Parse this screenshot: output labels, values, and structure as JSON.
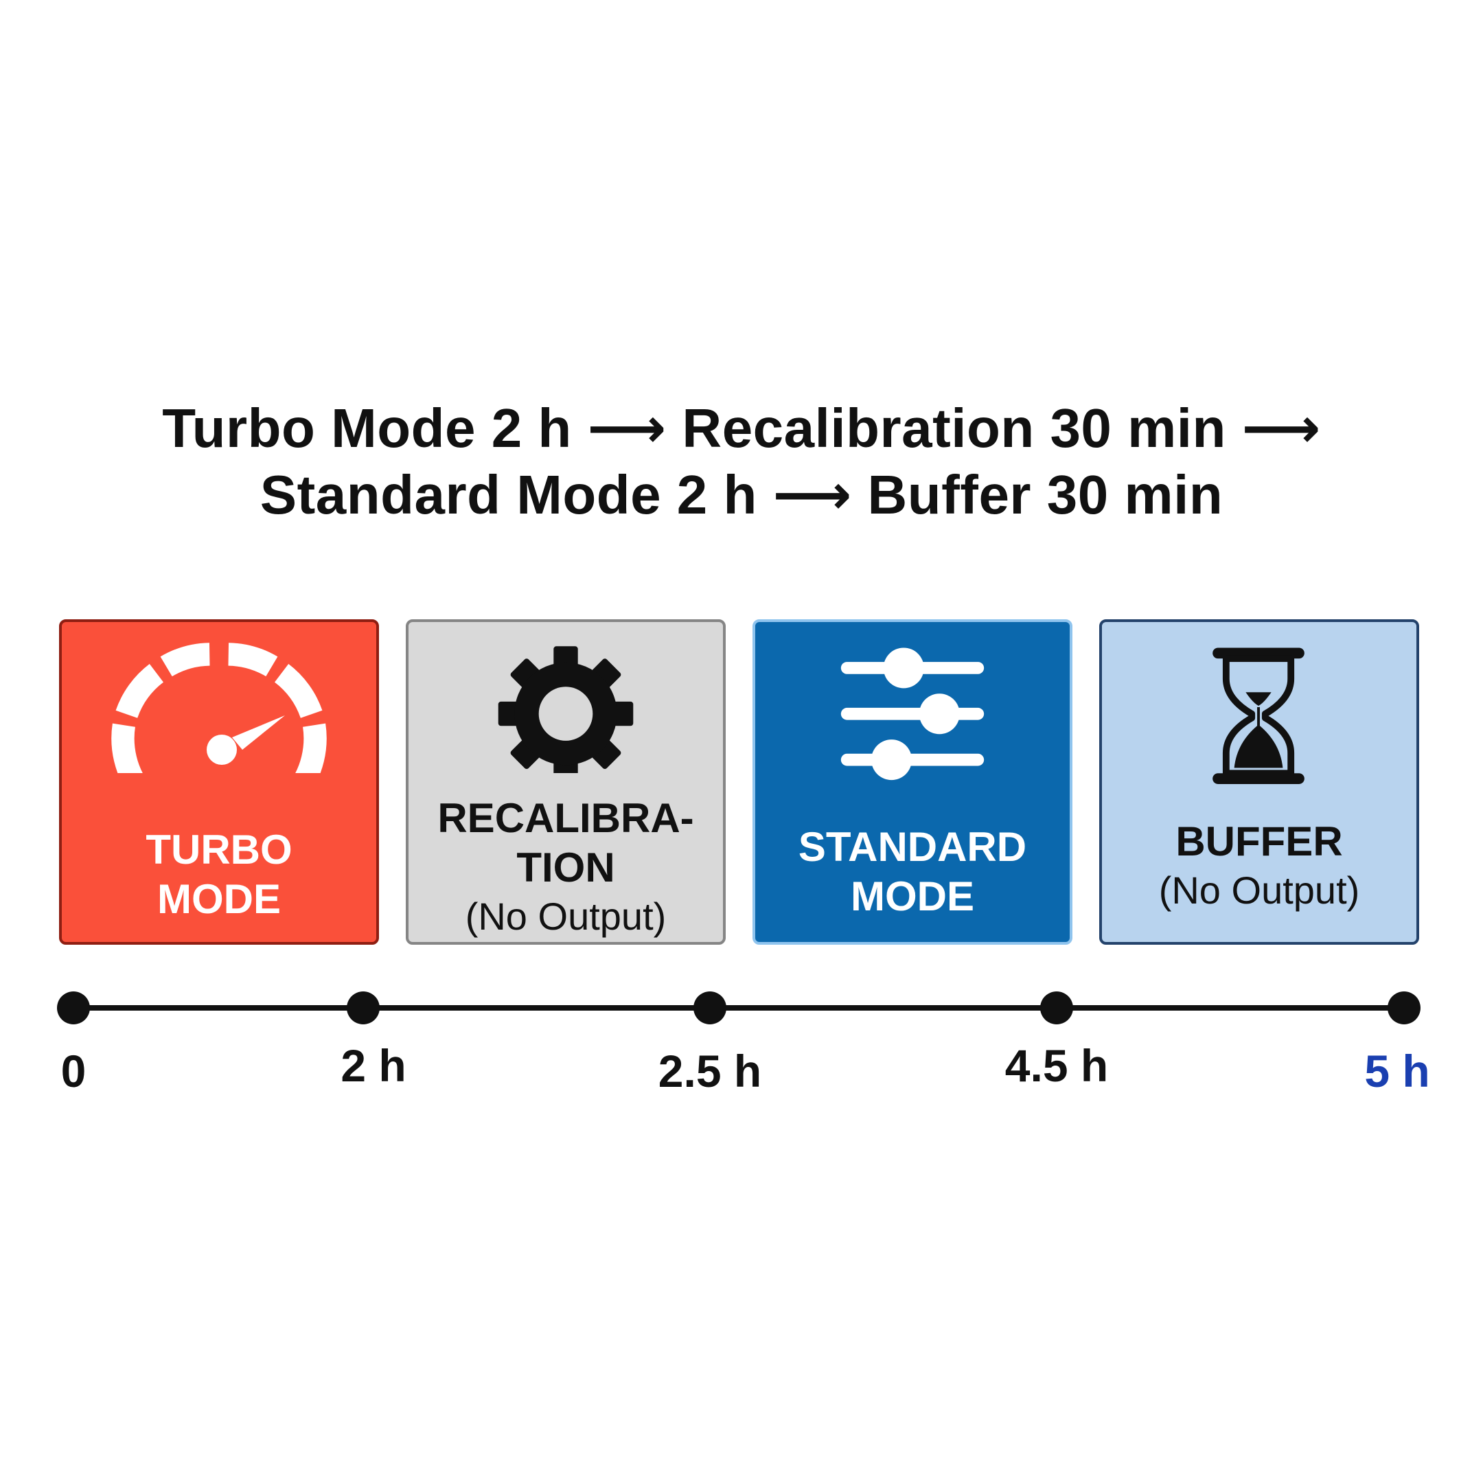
{
  "title": {
    "line1": "Turbo Mode 2 h ⟶ Recalibration 30 min ⟶",
    "line2": "Standard Mode 2 h ⟶ Buffer 30 min"
  },
  "cards": [
    {
      "label_line1": "TURBO",
      "label_line2": "MODE",
      "sub": "",
      "icon": "speedometer-icon"
    },
    {
      "label_line1": "RECALIBRA-",
      "label_line2": "TION",
      "sub": "(No Output)",
      "icon": "gear-icon"
    },
    {
      "label_line1": "STANDARD",
      "label_line2": "MODE",
      "sub": "",
      "icon": "sliders-icon"
    },
    {
      "label_line1": "BUFFER",
      "label_line2": "",
      "sub": "(No Output)",
      "icon": "hourglass-icon"
    }
  ],
  "timeline": {
    "ticks": [
      {
        "label": "0",
        "hours": 0
      },
      {
        "label": "2 h",
        "hours": 2
      },
      {
        "label": "2.5 h",
        "hours": 2.5
      },
      {
        "label": "4.5 h",
        "hours": 4.5
      },
      {
        "label": "5 h",
        "hours": 5
      }
    ],
    "end_color": "#1a3fb0"
  },
  "colors": {
    "turbo": "#fa503a",
    "recalibration": "#d9d9d9",
    "standard": "#0b68ad",
    "buffer": "#b8d3ee"
  }
}
